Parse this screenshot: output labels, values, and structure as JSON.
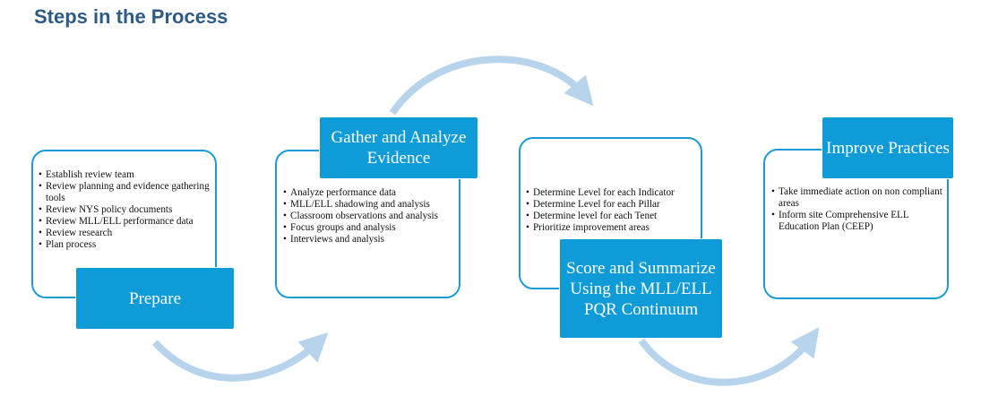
{
  "title": "Steps in the Process",
  "colors": {
    "accent": "#0e9bd8",
    "border": "#1a9bd7",
    "arrow": "#b7d4ec",
    "title": "#2e5b86"
  },
  "steps": [
    {
      "label": "Prepare",
      "items": [
        "Establish review team",
        "Review planning and evidence gathering tools",
        "Review NYS policy documents",
        "Review MLL/ELL performance data",
        "Review research",
        "Plan process"
      ]
    },
    {
      "label": "Gather and Analyze Evidence",
      "items": [
        "Analyze performance data",
        "MLL/ELL shadowing and analysis",
        "Classroom observations and analysis",
        "Focus groups and analysis",
        "Interviews and analysis"
      ]
    },
    {
      "label": "Score and Summarize Using the MLL/ELL PQR Continuum",
      "items": [
        "Determine Level for each Indicator",
        "Determine Level for each Pillar",
        "Determine level for each Tenet",
        "Prioritize improvement areas"
      ]
    },
    {
      "label": "Improve Practices",
      "items": [
        "Take immediate action on non compliant areas",
        "Inform site  Comprehensive ELL Education Plan (CEEP)"
      ]
    }
  ]
}
